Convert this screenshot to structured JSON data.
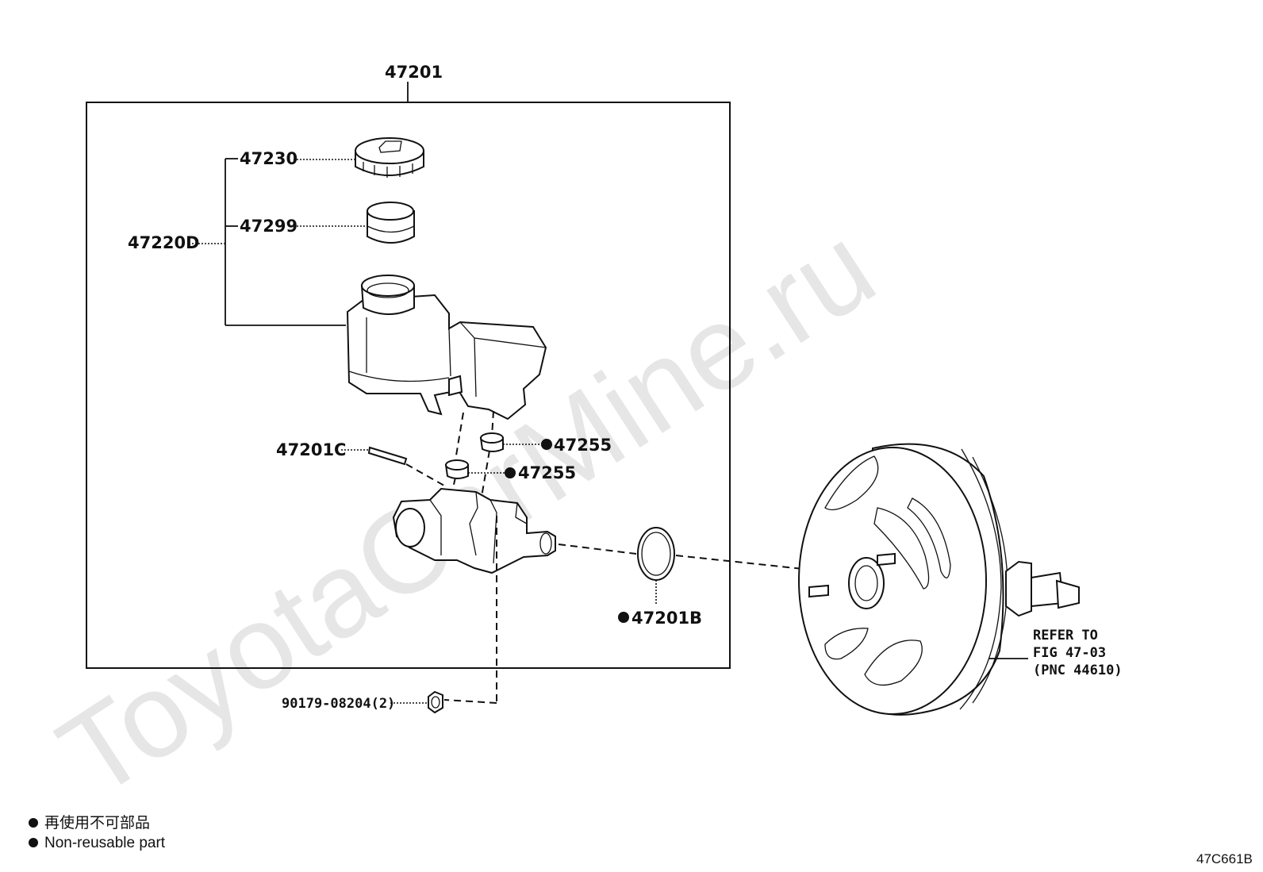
{
  "watermark": "ToyotaCarMine.ru",
  "labels": {
    "assembly": "47201",
    "kit": "47220D",
    "cap": "47230",
    "strainer": "47299",
    "pin": "47201C",
    "grommet_upper": "47255",
    "grommet_lower": "47255",
    "oring": "47201B",
    "nut": "90179-08204(2)"
  },
  "reference": {
    "line1": "REFER TO",
    "line2": "FIG 47-03",
    "line3": "(PNC 44610)"
  },
  "legend": {
    "japanese": "再使用不可部品",
    "english": "Non-reusable part"
  },
  "figure_code": "47C661B"
}
